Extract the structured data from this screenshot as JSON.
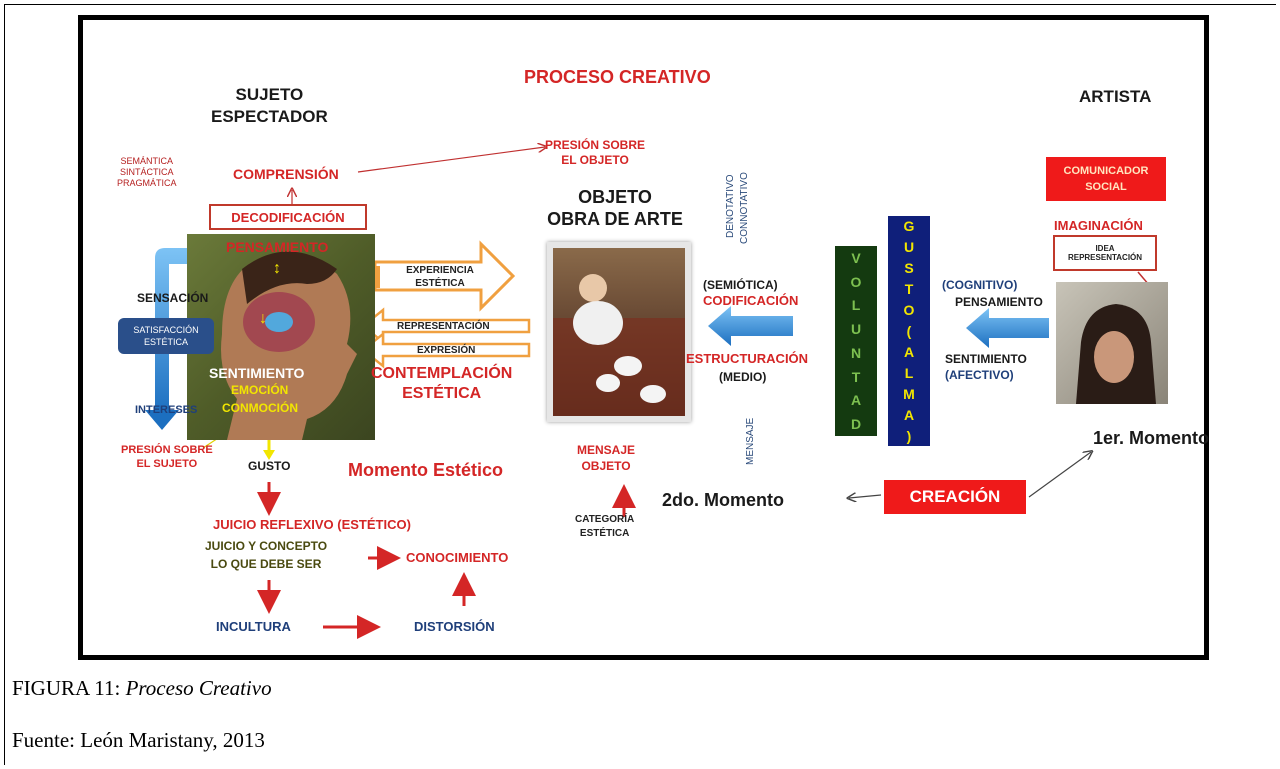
{
  "diagram": {
    "title": "PROCESO CREATIVO",
    "sujeto_espectador": [
      "SUJETO",
      "ESPECTADOR"
    ],
    "artista": "ARTISTA",
    "semantica": [
      "SEMÁNTICA",
      "SINTÁCTICA",
      "PRAGMÁTICA"
    ],
    "comprension": "COMPRENSIÓN",
    "presion_objeto": [
      "PRESIÓN SOBRE",
      "EL OBJETO"
    ],
    "decodificacion": "DECODIFICACIÓN",
    "pensamiento_left": "PENSAMIENTO",
    "sensacion": "SENSACIÓN",
    "satisfaccion": [
      "SATISFACCIÓN",
      "ESTÉTICA"
    ],
    "sentimiento_left": "SENTIMIENTO",
    "emocion": "EMOCIÓN",
    "conmocion": "CONMOCIÓN",
    "intereses": "INTERESES",
    "presion_sujeto": [
      "PRESIÓN SOBRE",
      "EL SUJETO"
    ],
    "experiencia": [
      "EXPERIENCIA",
      "ESTÉTICA"
    ],
    "representacion": "REPRESENTACIÓN",
    "expresion": "EXPRESIÓN",
    "contemplacion": [
      "CONTEMPLACIÓN",
      "ESTÉTICA"
    ],
    "objeto": [
      "OBJETO",
      "OBRA DE ARTE"
    ],
    "denotativo": "DENOTATIVO",
    "connotativo": "CONNOTATIVO",
    "semiotica": "(SEMIÓTICA)",
    "codificacion": "CODIFICACIÓN",
    "estructuracion": "ESTRUCTURACIÓN",
    "medio": "(MEDIO)",
    "mensaje_vertical": "MENSAJE",
    "mensaje_objeto": [
      "MENSAJE",
      "OBJETO"
    ],
    "categoria": [
      "CATEGORÍA",
      "ESTÉTICA"
    ],
    "voluntad_letters": [
      "V",
      "O",
      "L",
      "U",
      "N",
      "T",
      "A",
      "D"
    ],
    "gusto_alma_letters": [
      "G",
      "U",
      "S",
      "T",
      "O",
      "(",
      "A",
      "L",
      "M",
      "A",
      ")"
    ],
    "cognitivo": "(COGNITIVO)",
    "pensamiento_right": "PENSAMIENTO",
    "sentimiento_right": "SENTIMIENTO",
    "afectivo": "(AFECTIVO)",
    "comunicador": [
      "COMUNICADOR",
      "SOCIAL"
    ],
    "imaginacion": "IMAGINACIÓN",
    "idea": [
      "IDEA",
      "REPRESENTACIÓN"
    ],
    "primer_momento": "1er. Momento",
    "segundo_momento": "2do. Momento",
    "creacion": "CREACIÓN",
    "momento_estetico": "Momento Estético",
    "gusto": "GUSTO",
    "juicio_reflexivo": "JUICIO REFLEXIVO  (ESTÉTICO)",
    "juicio_concepto": [
      "JUICIO Y CONCEPTO",
      "LO QUE DEBE SER"
    ],
    "conocimiento": "CONOCIMIENTO",
    "incultura": "INCULTURA",
    "distorsion": "DISTORSIÓN"
  },
  "caption": {
    "figura_prefix": "FIGURA 11: ",
    "figura_title": "Proceso Creativo",
    "fuente": "Fuente: León Maristany, 2013"
  },
  "colors": {
    "red": "#d42626",
    "blue_arrow": "#2f86d0",
    "voluntad_bg": "#143a10",
    "gusto_bg": "#0f1f7a",
    "yellow": "#f2e600",
    "orange_arrow": "#f0a040"
  }
}
